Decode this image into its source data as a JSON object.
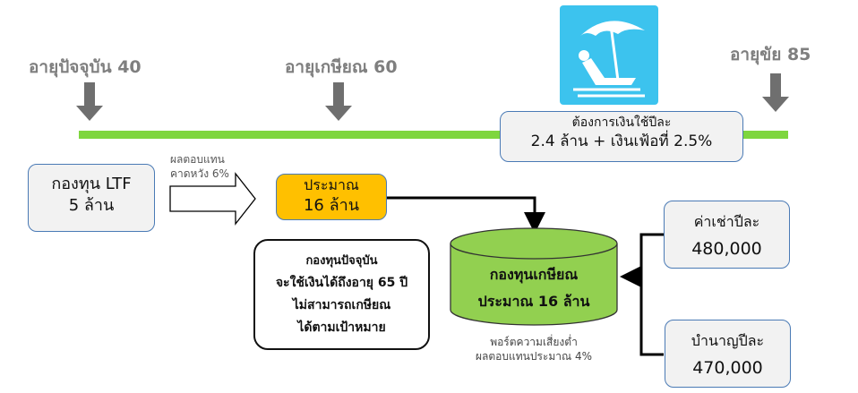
{
  "timeline": {
    "current_age": "อายุปัจจุบัน 40",
    "retire_age": "อายุเกษียณ 60",
    "life_age": "อายุขัย 85",
    "line_color": "#7ed63e"
  },
  "needs": {
    "line1": "ต้องการเงินใช้ปีละ",
    "line2": "2.4 ล้าน  + เงินเฟ้อที่ 2.5%"
  },
  "ltf": {
    "line1": "กองทุน LTF",
    "line2": "5 ล้าน"
  },
  "expected_return": {
    "line1": "ผลตอบแทน",
    "line2": "คาดหวัง 6%"
  },
  "approx": {
    "line1": "ประมาณ",
    "line2": "16 ล้าน",
    "color": "#ffc000"
  },
  "note": {
    "line1": "กองทุนปัจจุบัน",
    "line2": "จะใช้เงินได้ถึงอายุ 65 ปี",
    "line3": "ไม่สามารถเกษียณ",
    "line4": "ได้ตามเป้าหมาย"
  },
  "fund": {
    "line1": "กองทุนเกษียณ",
    "line2": "ประมาณ 16 ล้าน",
    "color": "#92d050"
  },
  "portfolio": {
    "line1": "พอร์ตความเสี่ยงต่ำ",
    "line2": "ผลตอบแทนประมาณ 4%"
  },
  "rent": {
    "line1": "ค่าเช่าปีละ",
    "line2": "480,000"
  },
  "pension": {
    "line1": "บำนาญปีละ",
    "line2": "470,000"
  },
  "icon": {
    "name": "beach-chair-umbrella-icon",
    "color": "#3cc3ee"
  }
}
